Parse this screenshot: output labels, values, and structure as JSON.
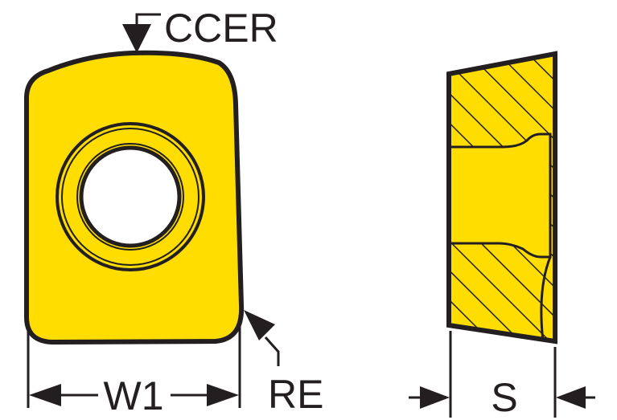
{
  "labels": {
    "ccer": "CCER",
    "w1": "W1",
    "re": "RE",
    "s": "S"
  },
  "colors": {
    "insert": "#FFDD00",
    "outline": "#231f20"
  }
}
